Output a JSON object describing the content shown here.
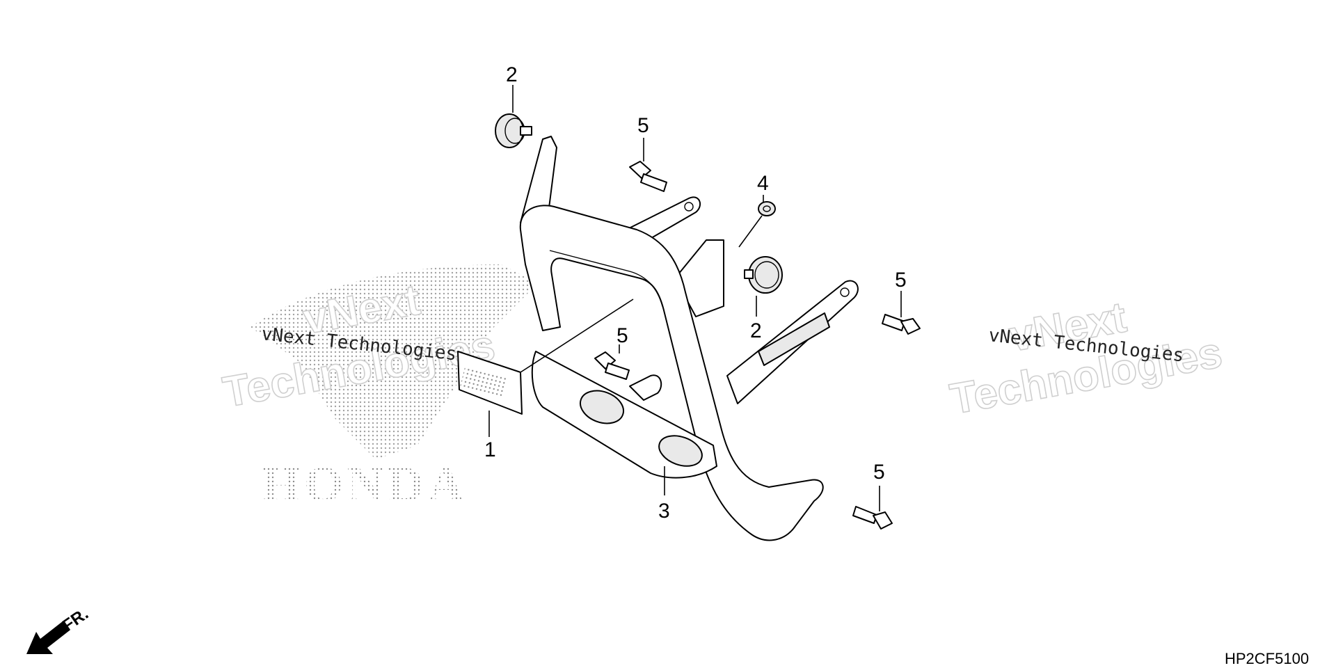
{
  "diagram": {
    "part_code": "HP2CF5100",
    "direction_label": "FR.",
    "logo_text": "HONDA",
    "watermark": {
      "brand_large_1": "vNext",
      "brand_large_2": "Technologies",
      "brand_small": "vNext Technologies"
    },
    "callouts": [
      {
        "id": "c1",
        "label": "1",
        "part": "reflector"
      },
      {
        "id": "c2a",
        "label": "2",
        "part": "grommet-top"
      },
      {
        "id": "c2b",
        "label": "2",
        "part": "grommet-right"
      },
      {
        "id": "c3",
        "label": "3",
        "part": "front-guard"
      },
      {
        "id": "c4",
        "label": "4",
        "part": "nut"
      },
      {
        "id": "c5a",
        "label": "5",
        "part": "bolt-top"
      },
      {
        "id": "c5b",
        "label": "5",
        "part": "bolt-middle"
      },
      {
        "id": "c5c",
        "label": "5",
        "part": "bolt-right"
      },
      {
        "id": "c5d",
        "label": "5",
        "part": "bolt-bottom"
      }
    ]
  }
}
